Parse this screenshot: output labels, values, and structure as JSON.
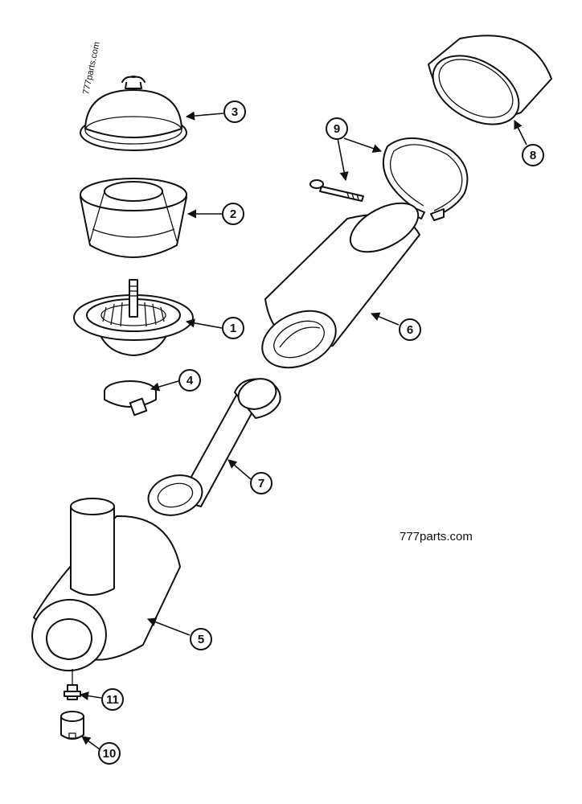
{
  "watermarks": {
    "main": "777parts.com",
    "corner": "777parts.com"
  },
  "colors": {
    "line": "#111111",
    "background": "#ffffff"
  },
  "callouts": [
    {
      "id": "1",
      "label": "1"
    },
    {
      "id": "2",
      "label": "2"
    },
    {
      "id": "3",
      "label": "3"
    },
    {
      "id": "4",
      "label": "4"
    },
    {
      "id": "5",
      "label": "5"
    },
    {
      "id": "6",
      "label": "6"
    },
    {
      "id": "7",
      "label": "7"
    },
    {
      "id": "8",
      "label": "8"
    },
    {
      "id": "9",
      "label": "9"
    },
    {
      "id": "10",
      "label": "10"
    },
    {
      "id": "11",
      "label": "11"
    }
  ]
}
